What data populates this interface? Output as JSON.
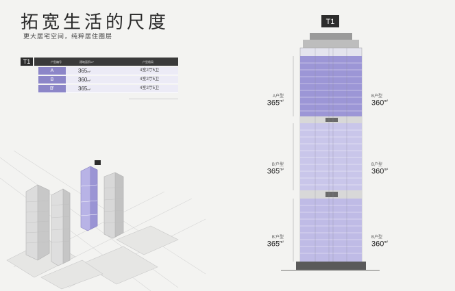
{
  "page": {
    "title": "拓宽生活的尺度",
    "subtitle": "更大居宅空间，纯粹居住圈层"
  },
  "table": {
    "badge": "T1",
    "headers": [
      "户型编号",
      "建筑面积m²",
      "户型格局"
    ],
    "rows": [
      {
        "code": "A",
        "area": "365",
        "unit": "m²",
        "rooms": "4室2厅5卫"
      },
      {
        "code": "B",
        "area": "360",
        "unit": "m²",
        "rooms": "4室2厅5卫"
      },
      {
        "code": "B'",
        "area": "365",
        "unit": "m²",
        "rooms": "4室2厅5卫"
      }
    ]
  },
  "tower": {
    "badge": "T1",
    "sections": [
      {
        "left_type": "A户型",
        "left_area": "365",
        "right_type": "B户型",
        "right_area": "360",
        "unit": "m²"
      },
      {
        "left_type": "B'户型",
        "left_area": "365",
        "right_type": "B户型",
        "right_area": "360",
        "unit": "m²"
      },
      {
        "left_type": "B'户型",
        "left_area": "365",
        "right_type": "B户型",
        "right_area": "360",
        "unit": "m²"
      }
    ]
  },
  "colors": {
    "accent": "#8c86c8",
    "highlight": "#a8a2e0",
    "dark": "#2c2c2c",
    "background": "#f3f3f1"
  }
}
